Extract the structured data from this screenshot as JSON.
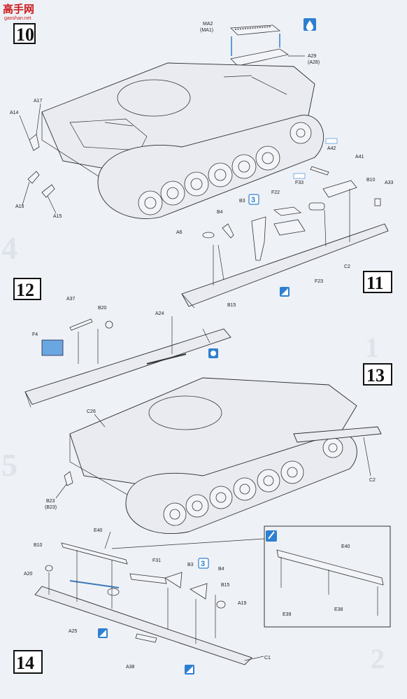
{
  "watermark": {
    "logo_text": "高手网",
    "url": "gaoshan.net"
  },
  "steps": [
    "10",
    "11",
    "12",
    "13",
    "14"
  ],
  "step10": {
    "labels": [
      "MA2",
      "(MA1)",
      "A29",
      "(A28)",
      "A17",
      "A14",
      "A16",
      "A15"
    ]
  },
  "step11": {
    "labels": [
      "A42",
      "A41",
      "B10",
      "A33",
      "F33",
      "F22",
      "B3",
      "B4",
      "A6",
      "B15",
      "F23",
      "C2"
    ],
    "count_badge": "3"
  },
  "step12": {
    "labels": [
      "A37",
      "B20",
      "A24",
      "F4"
    ]
  },
  "step13": {
    "labels": [
      "C26",
      "C2",
      "B23",
      "(B23)"
    ]
  },
  "step14": {
    "labels": [
      "E40",
      "B10",
      "A20",
      "F31",
      "B3",
      "B4",
      "B15",
      "A19",
      "A25",
      "A38",
      "C1"
    ],
    "count_badge": "3",
    "inset_labels": [
      "E40",
      "E39",
      "E38"
    ]
  },
  "icons": [
    "water-drop-icon",
    "glue-icon",
    "paint-icon",
    "warning-icon"
  ]
}
